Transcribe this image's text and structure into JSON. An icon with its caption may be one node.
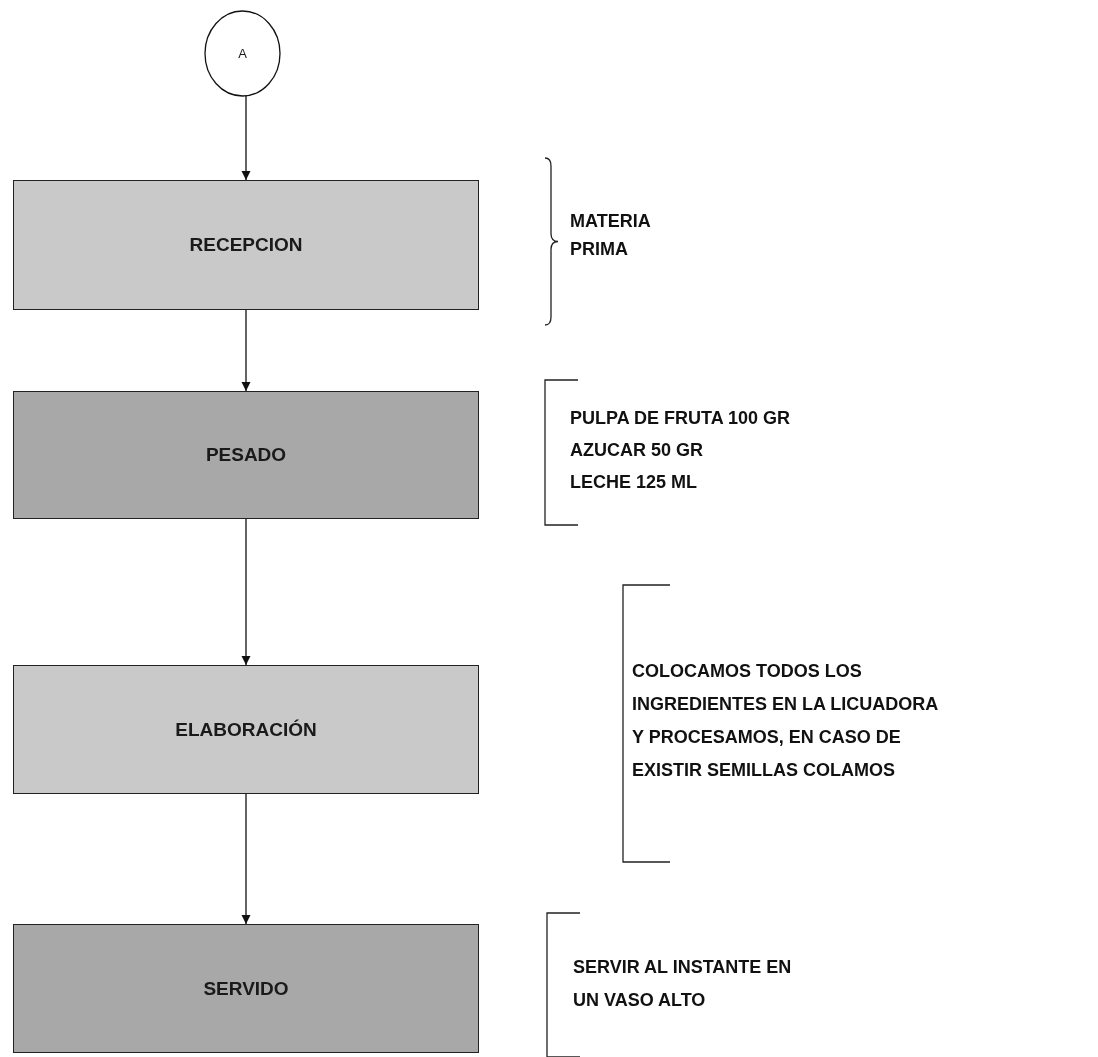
{
  "diagram": {
    "nodes": [
      {
        "text": [
          "A"
        ]
      },
      {
        "text": [
          "RECEPCION"
        ]
      },
      {
        "text": [
          "PESADO"
        ]
      },
      {
        "text": [
          "ELABORACIÓN"
        ]
      },
      {
        "text": [
          "SERVIDO"
        ]
      }
    ],
    "edges": [
      {
        "from": 0,
        "to": 1,
        "arrow": "to"
      },
      {
        "from": 1,
        "to": 2,
        "arrow": "to"
      },
      {
        "from": 2,
        "to": 3,
        "arrow": "to"
      },
      {
        "from": 3,
        "to": 4,
        "arrow": "to"
      }
    ],
    "labels": [
      "MATERIA PRIMA",
      "PULPA DE FRUTA 100 GR",
      "AZUCAR 50 GR",
      "LECHE 125 ML",
      "COLOCAMOS TODOS LOS INGREDIENTES EN LA LICUADORA Y PROCESAMOS, EN CASO DE EXISTIR SEMILLAS COLAMOS",
      "SERVIR AL INSTANTE EN UN VASO ALTO"
    ]
  }
}
